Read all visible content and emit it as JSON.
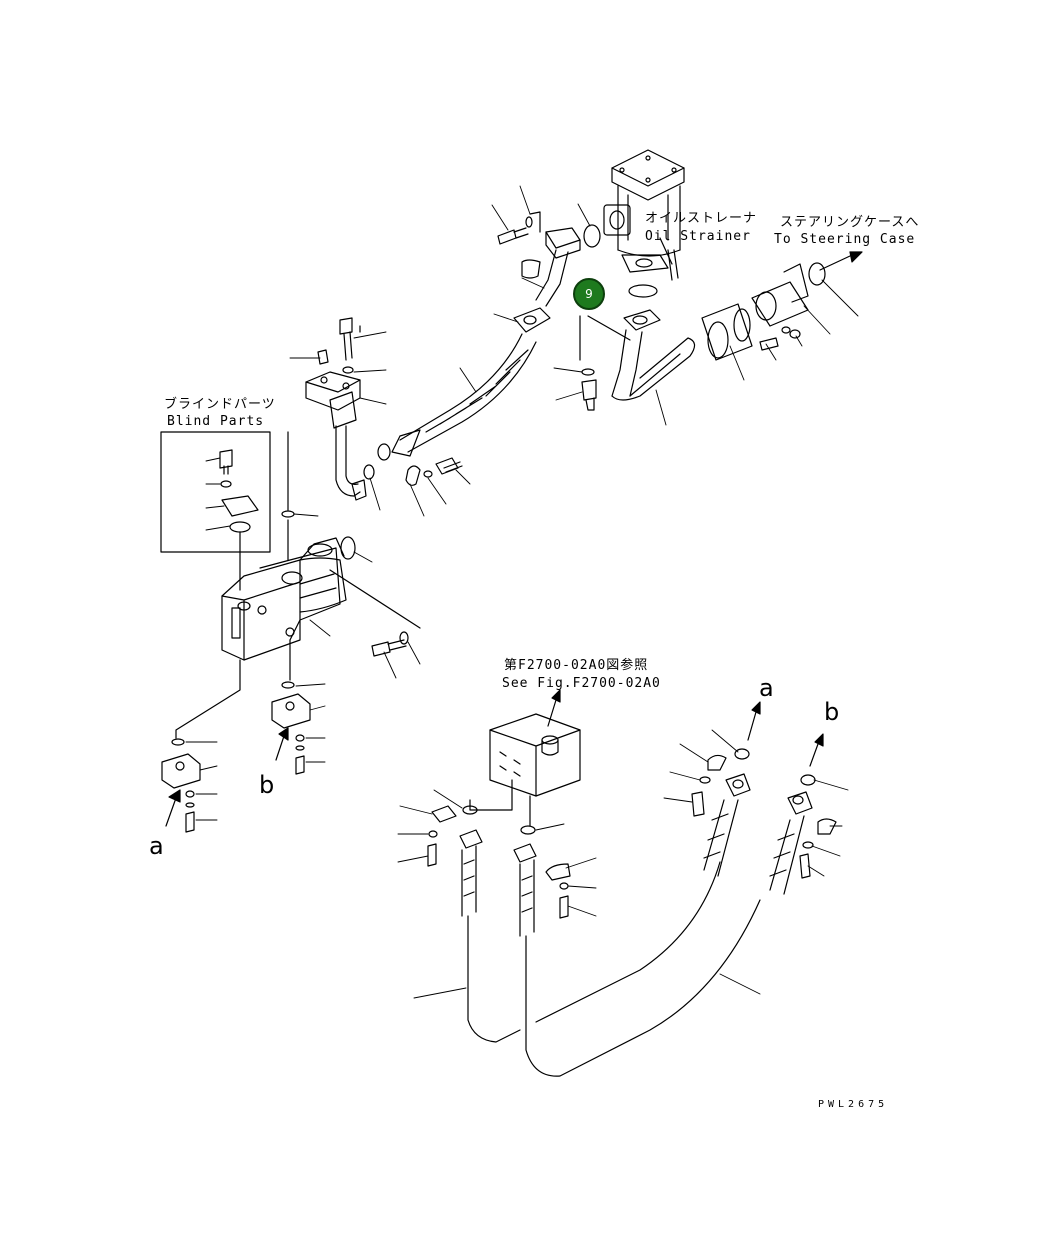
{
  "labels": {
    "oil_strainer_jp": "オイルストレーナ",
    "oil_strainer_en": "Oil Strainer",
    "steering_case_jp": "ステアリングケースへ",
    "steering_case_en": "To Steering Case",
    "blind_parts_jp": "ブラインドパーツ",
    "blind_parts_en": "Blind Parts",
    "see_fig_jp": "第F2700-02A0図参照",
    "see_fig_en": "See Fig.F2700-02A0",
    "ref_a_left": "a",
    "ref_b_left": "b",
    "ref_a_right": "a",
    "ref_b_right": "b",
    "drawing_code": "PWL2675"
  },
  "callout": {
    "number": "9",
    "fill": "#1e7a1e",
    "border": "#0d3f0d"
  },
  "colors": {
    "ink": "#000000",
    "background": "#ffffff"
  }
}
